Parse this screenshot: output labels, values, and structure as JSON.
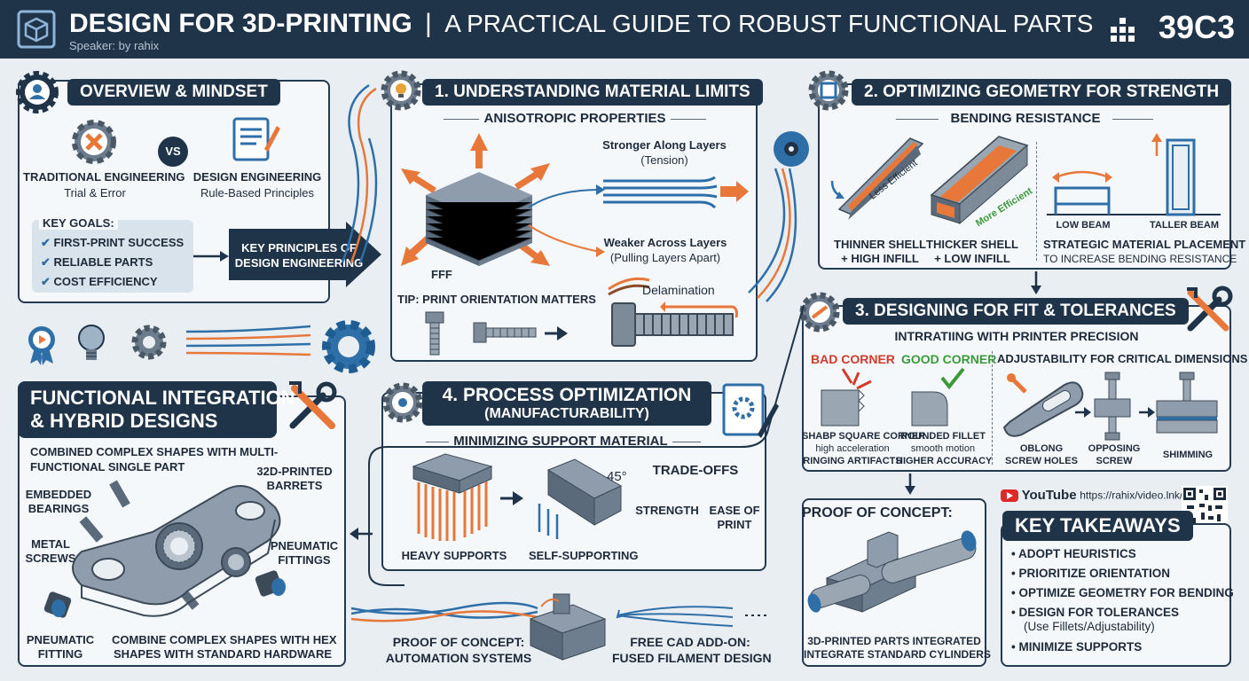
{
  "header": {
    "title": "DESIGN FOR 3D-PRINTING",
    "separator": "|",
    "subtitle": "A PRACTICAL GUIDE TO ROBUST FUNCTIONAL PARTS",
    "speaker": "Speaker: by rahix",
    "event": "39C3"
  },
  "overview": {
    "title": "OVERVIEW & MINDSET",
    "traditional_title": "TRADITIONAL ENGINEERING",
    "traditional_sub": "Trial & Error",
    "vs": "VS",
    "design_title": "DESIGN ENGINEERING",
    "design_sub": "Rule-Based Principles",
    "goals_title": "KEY GOALS:",
    "goals": [
      "FIRST-PRINT SUCCESS",
      "RELIABLE PARTS",
      "COST EFFICIENCY"
    ],
    "principles_l1": "KEY PRINCIPLES OF",
    "principles_l2": "DESIGN ENGINEERING"
  },
  "material": {
    "title": "1. UNDERSTANDING MATERIAL LIMITS",
    "sub": "ANISOTROPIC PROPERTIES",
    "stronger": "Stronger Along Layers",
    "tension": "(Tension)",
    "weaker": "Weaker Across Layers",
    "pulling": "(Pulling Layers Apart)",
    "fff": "FFF",
    "tip": "TIP: PRINT ORIENTATION MATTERS",
    "delam": "Delamination"
  },
  "geometry": {
    "title": "2. OPTIMIZING GEOMETRY FOR STRENGTH",
    "sub": "BENDING RESISTANCE",
    "less": "Less Efficient",
    "more": "More Efficient",
    "thin_l1": "THINNER SHELL",
    "thin_l2": "+ HIGH INFILL",
    "thick_l1": "THICKER SHELL",
    "thick_l2": "+ LOW INFILL",
    "low": "LOW BEAM",
    "tall": "TALLER BEAM",
    "strat_l1": "STRATEGIC MATERIAL PLACEMENT",
    "strat_l2": "TO INCREASE BENDING RESISTANCE"
  },
  "fit": {
    "title": "3. DESIGNING FOR FIT & TOLERANCES",
    "sub": "INTRRATIING WITH PRINTER PRECISION",
    "bad": "BAD CORNER",
    "good": "GOOD CORNER",
    "adj": "ADJUSTABILITY FOR CRITICAL DIMENSIONS",
    "sharp": "SHABP SQUARE CORNER",
    "sharp2": "high acceleration",
    "sharp3": "RINGING ARTIFACTS",
    "round": "ROUNDED FILLET",
    "round2": "smooth motion",
    "round3": "HIGHER ACCURACY",
    "oblong_l1": "OBLONG",
    "oblong_l2": "SCREW HOLES",
    "opp_l1": "OPPOSING",
    "opp_l2": "SCREW",
    "shim": "SHIMMING"
  },
  "process": {
    "title": "4. PROCESS OPTIMIZATION",
    "title2": "(MANUFACTURABILITY)",
    "sub": "MINIMIZING SUPPORT MATERIAL",
    "heavy": "HEAVY SUPPORTS",
    "self": "SELF-SUPPORTING",
    "angle": "45°",
    "trade": "TRADE-OFFS",
    "strength": "STRENGTH",
    "ease_l1": "EASE OF",
    "ease_l2": "PRINT"
  },
  "functional": {
    "title_l1": "FUNCTIONAL INTEGRATION",
    "title_l2": "& HYBRID DESIGNS",
    "sub_l1": "COMBINED COMPLEX SHAPES WITH MULTI-",
    "sub_l2": "FUNCTIONAL SINGLE PART",
    "barrets_l1": "32D-PRINTED",
    "barrets_l2": "BARRETS",
    "emb_l1": "EMBEDDED",
    "emb_l2": "BEARINGS",
    "metal_l1": "METAL",
    "metal_l2": "SCREWS",
    "pneu_l1": "PNEUMATIC",
    "pneu_l2": "FITTINGS",
    "pf_l1": "PNEUMATIC",
    "pf_l2": "FITTING",
    "combine_l1": "COMBINE COMPLEX SHAPES WITH HEX",
    "combine_l2": "SHAPES WITH STANDARD HARDWARE"
  },
  "bottom": {
    "poc_l1": "PROOF OF CONCEPT:",
    "poc_l2": "AUTOMATION SYSTEMS",
    "cad_l1": "FREE CAD ADD-ON:",
    "cad_l2": "FUSED FILAMENT DESIGN"
  },
  "proof": {
    "title": "PROOF OF CONCEPT:",
    "cap_l1": "3D-PRINTED PARTS INTEGRATED",
    "cap_l2": "INTEGRATE STANDARD CYLINDERS"
  },
  "youtube": {
    "brand": "YouTube",
    "url": "https://rahix/video.lnk/"
  },
  "takeaways": {
    "title": "KEY TAKEAWAYS",
    "items": [
      "ADOPT HEURISTICS",
      "PRIORITIZE ORIENTATION",
      "OPTIMIZE GEOMETRY FOR BENDING",
      "DESIGN FOR TOLERANCES"
    ],
    "item5_sub": "(Use Fillets/Adjustability)",
    "item6": "MINIMIZE SUPPORTS"
  },
  "colors": {
    "navy": "#1f3349",
    "orange": "#e8773a",
    "blue": "#2f6fa8",
    "green": "#3a9a3a",
    "red": "#d23a2a"
  }
}
